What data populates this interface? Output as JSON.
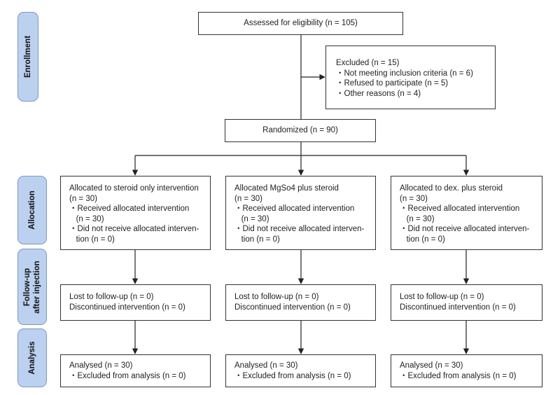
{
  "stages": {
    "enrollment": "Enrollment",
    "allocation": "Allocation",
    "followup_line1": "Follow-up",
    "followup_line2": "after injection",
    "analysis": "Analysis"
  },
  "assessed": "Assessed for eligibility (n = 105)",
  "excluded": {
    "title": "Excluded (n = 15)",
    "items": [
      "・Not meeting inclusion criteria (n = 6)",
      "・Refused to participate (n = 5)",
      "・Other reasons (n = 4)"
    ]
  },
  "randomized": "Randomized (n = 90)",
  "arms": [
    {
      "allocation": [
        "Allocated to steroid only intervention",
        "(n = 30)",
        "・Received allocated intervention",
        "   (n = 30)",
        "・Did not receive allocated interven-",
        "   tion (n = 0)"
      ],
      "followup": [
        "Lost to follow-up (n = 0)",
        "Discontinued intervention (n = 0)"
      ],
      "analysis": [
        "Analysed (n = 30)",
        "・Excluded from analysis (n = 0)"
      ]
    },
    {
      "allocation": [
        "Allocated MgSo4 plus steroid",
        "(n = 30)",
        "・Received allocated intervention",
        "   (n = 30)",
        "・Did not receive allocated interven-",
        "   tion (n = 0)"
      ],
      "followup": [
        "Lost to follow-up (n = 0)",
        "Discontinued intervention (n = 0)"
      ],
      "analysis": [
        "Analysed (n = 30)",
        "・Excluded from analysis (n = 0)"
      ]
    },
    {
      "allocation": [
        "Allocated to dex. plus steroid",
        "(n = 30)",
        "・Received allocated intervention",
        "   (n = 30)",
        "・Did not receive allocated interven-",
        "   tion (n = 0)"
      ],
      "followup": [
        "Lost to follow-up (n = 0)",
        "Discontinued intervention (n = 0)"
      ],
      "analysis": [
        "Analysed (n = 30)",
        "・Excluded from analysis (n = 0)"
      ]
    }
  ]
}
